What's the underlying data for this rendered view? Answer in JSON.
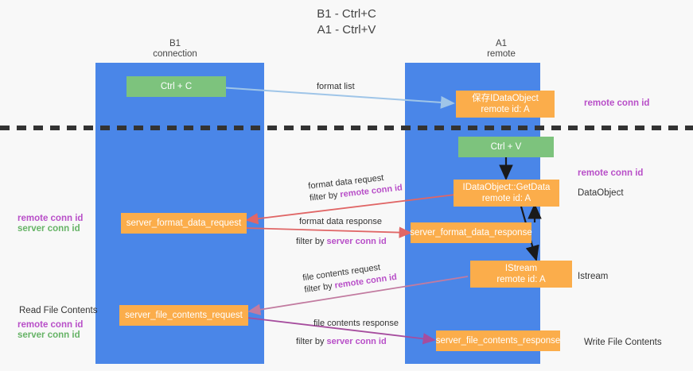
{
  "title": {
    "line1": "B1 - Ctrl+C",
    "line2": "A1 - Ctrl+V"
  },
  "lanes": [
    {
      "id": "b1",
      "title": "B1",
      "subtitle": "connection",
      "color": "#4a86e8"
    },
    {
      "id": "a1",
      "title": "A1",
      "subtitle": "remote",
      "color": "#4a86e8"
    }
  ],
  "nodes": {
    "ctrl_c": {
      "line1": "Ctrl + C",
      "line2": "",
      "color": "#7dc37d"
    },
    "store_dataobject": {
      "line1": "保存IDataObject",
      "line2": "remote id: A",
      "color": "#fbad4b"
    },
    "ctrl_v": {
      "line1": "Ctrl + V",
      "line2": "",
      "color": "#7dc37d"
    },
    "getdata": {
      "line1": "IDataObject::GetData",
      "line2": "remote id: A",
      "color": "#fbad4b"
    },
    "server_format_data_request": {
      "line1": "server_format_data_request",
      "line2": "",
      "color": "#fbad4b"
    },
    "server_format_data_response": {
      "line1": "server_format_data_response",
      "line2": "",
      "color": "#fbad4b"
    },
    "istream": {
      "line1": "IStream",
      "line2": "remote id: A",
      "color": "#fbad4b"
    },
    "server_file_contents_request": {
      "line1": "server_file_contents_request",
      "line2": "",
      "color": "#fbad4b"
    },
    "server_file_contents_response": {
      "line1": "server_file_contents_response",
      "line2": "",
      "color": "#fbad4b"
    }
  },
  "edges": {
    "format_list": {
      "label": "format list",
      "color": "#9fc5e8"
    },
    "format_data_request": {
      "label": "format data request",
      "filter_prefix": "filter by ",
      "filter_key": "remote conn id",
      "color": "#e06666"
    },
    "format_data_response": {
      "label": "format data response",
      "filter_prefix": "filter by ",
      "filter_key": "server conn id",
      "color": "#e06666"
    },
    "file_contents_request": {
      "label": "file contents request",
      "filter_prefix": "filter by ",
      "filter_key": "remote conn id",
      "color": "#c27ba0"
    },
    "file_contents_response": {
      "label": "file contents response",
      "filter_prefix": "filter by ",
      "filter_key": "server conn id",
      "color": "#a64d9e"
    }
  },
  "annotations": {
    "remote_conn_id_top": "remote conn id",
    "remote_conn_id_mid": "remote conn id",
    "dataobject": "DataObject",
    "istream": "Istream",
    "write_file_contents": "Write File Contents",
    "read_file_contents": "Read File Contents",
    "left_key_remote": "remote conn id",
    "left_key_server": "server conn id",
    "left_key2_remote": "remote conn id",
    "left_key2_server": "server conn id"
  },
  "colors": {
    "lane": "#4a86e8",
    "orange": "#fbad4b",
    "green": "#7dc37d",
    "purple": "#b84fc8",
    "green_key": "#66b366",
    "divider": "#333333",
    "background": "#f8f8f8"
  }
}
